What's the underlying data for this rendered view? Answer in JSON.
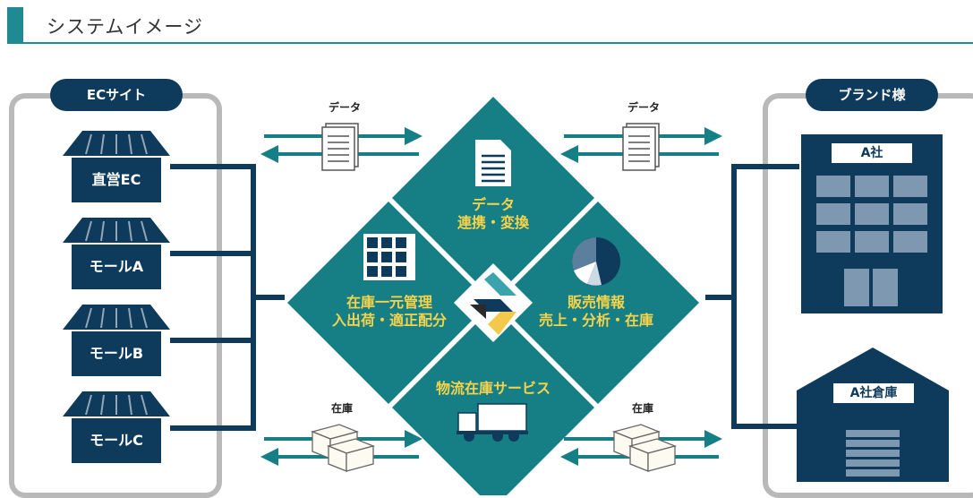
{
  "header": {
    "title": "システムイメージ"
  },
  "left_group": {
    "label": "ECサイト",
    "shops": [
      {
        "label": "直営EC"
      },
      {
        "label": "モールA"
      },
      {
        "label": "モールB"
      },
      {
        "label": "モールC"
      }
    ]
  },
  "right_group": {
    "label": "ブランド様",
    "office_label": "A社",
    "warehouse_label": "A社倉庫"
  },
  "flows": {
    "data_left": "データ",
    "data_right": "データ",
    "stock_left": "在庫",
    "stock_right": "在庫"
  },
  "tiles": {
    "top": {
      "line1": "データ",
      "line2": "連携・変換"
    },
    "left": {
      "line1": "在庫一元管理",
      "line2": "入出荷・適正配分"
    },
    "right": {
      "line1": "販売情報",
      "line2": "売上・分析・在庫"
    },
    "bottom": {
      "line1": "物流在庫サービス"
    }
  },
  "colors": {
    "navy": "#0e3a5c",
    "teal": "#167f86",
    "accent": "#1f8a92",
    "gray_frame": "#b9b9b9",
    "gold": "#f7d34a"
  },
  "icons": [
    "document-icon",
    "warehouse-shelves-icon",
    "pie-chart-icon",
    "truck-icon",
    "logo-icon",
    "box-icon"
  ]
}
